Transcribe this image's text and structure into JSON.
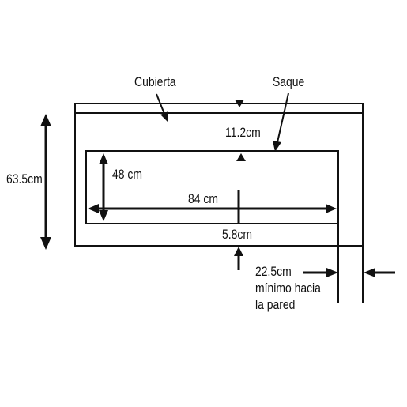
{
  "diagram": {
    "labels": {
      "countertop": "Cubierta",
      "cutout": "Saque",
      "total_depth": "63.5cm",
      "front_gap": "11.2cm",
      "cutout_depth": "48 cm",
      "cutout_width": "84 cm",
      "back_gap": "5.8cm",
      "wall_clearance_value": "22.5cm",
      "wall_clearance_line2": "mínimo hacia",
      "wall_clearance_line3": "la pared"
    },
    "colors": {
      "ink": "#111111",
      "background": "#ffffff"
    }
  }
}
